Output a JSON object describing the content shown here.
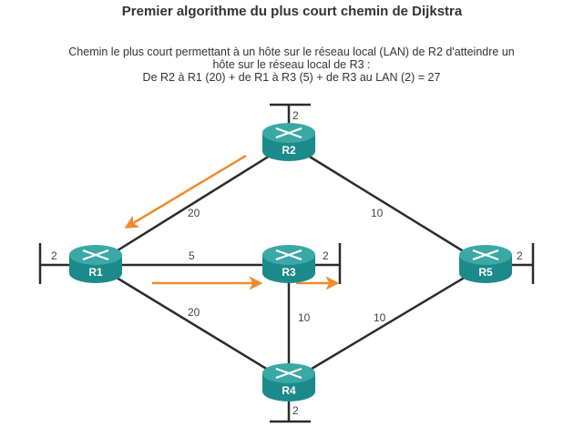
{
  "title": "Premier algorithme du plus court chemin de Dijkstra",
  "description": {
    "line1": "Chemin le plus court permettant à un hôte sur le réseau local (LAN) de R2 d'atteindre un",
    "line2": "hôte sur le réseau local de R3 :",
    "line3": "De R2 à R1 (20) + de R1 à R3 (5) + de R3 au LAN (2) = 27"
  },
  "colors": {
    "router_body": "#1c8a8a",
    "router_top": "#3aa9a6",
    "link": "#2b2b2b",
    "path_arrow": "#f08a2e"
  },
  "routers": [
    {
      "id": "R1",
      "label": "R1"
    },
    {
      "id": "R2",
      "label": "R2"
    },
    {
      "id": "R3",
      "label": "R3"
    },
    {
      "id": "R4",
      "label": "R4"
    },
    {
      "id": "R5",
      "label": "R5"
    }
  ],
  "links": [
    {
      "from": "R1",
      "to": "R2",
      "cost": "20"
    },
    {
      "from": "R1",
      "to": "R3",
      "cost": "5"
    },
    {
      "from": "R1",
      "to": "R4",
      "cost": "20"
    },
    {
      "from": "R2",
      "to": "R5",
      "cost": "10"
    },
    {
      "from": "R3",
      "to": "R4",
      "cost": "10"
    },
    {
      "from": "R4",
      "to": "R5",
      "cost": "10"
    }
  ],
  "lans": [
    {
      "router": "R1",
      "cost": "2"
    },
    {
      "router": "R2",
      "cost": "2"
    },
    {
      "router": "R3",
      "cost": "2"
    },
    {
      "router": "R4",
      "cost": "2"
    },
    {
      "router": "R5",
      "cost": "2"
    }
  ],
  "shortest_path": [
    "R2",
    "R1",
    "R3",
    "LAN-R3"
  ]
}
